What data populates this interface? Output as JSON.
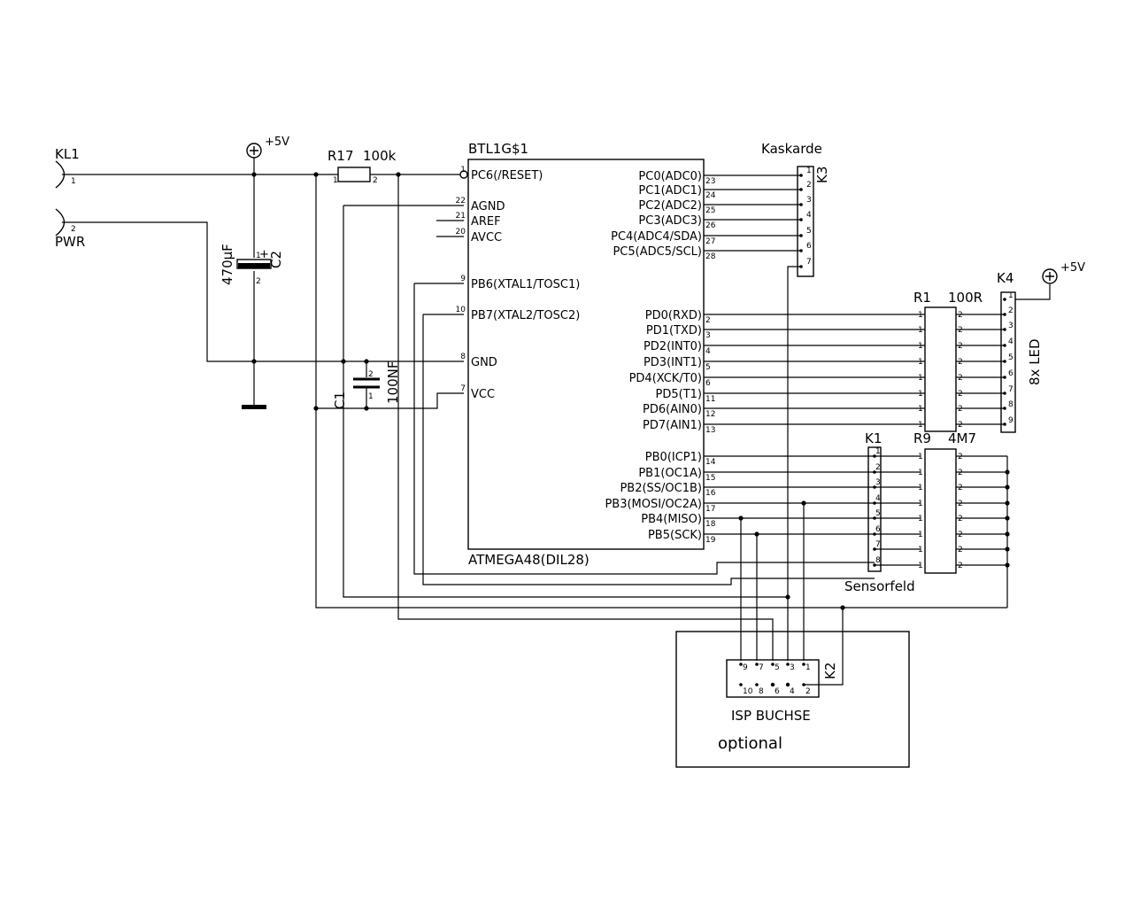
{
  "schematic": {
    "terminals": {
      "kl1": {
        "name": "KL1",
        "pin": "1"
      },
      "pwr": {
        "name": "PWR",
        "pin": "2"
      }
    },
    "supply": {
      "plus5v_a": "+5V",
      "plus5v_b": "+5V"
    },
    "c2": {
      "name": "C2",
      "value": "470µF",
      "pin1": "1",
      "pin2": "2",
      "plus": "+"
    },
    "c1": {
      "name": "C1",
      "value": "100NF",
      "pin1": "1",
      "pin2": "2"
    },
    "r17": {
      "name": "R17",
      "value": "100k",
      "pin1": "1",
      "pin2": "2"
    },
    "mcu": {
      "name": "BTL1G$1",
      "part": "ATMEGA48(DIL28)",
      "left_pins": [
        {
          "num": "1",
          "label": "PC6(/RESET)"
        },
        {
          "num": "22",
          "label": "AGND"
        },
        {
          "num": "21",
          "label": "AREF"
        },
        {
          "num": "20",
          "label": "AVCC"
        },
        {
          "num": "9",
          "label": "PB6(XTAL1/TOSC1)"
        },
        {
          "num": "10",
          "label": "PB7(XTAL2/TOSC2)"
        },
        {
          "num": "8",
          "label": "GND"
        },
        {
          "num": "7",
          "label": "VCC"
        }
      ],
      "right_pins": [
        {
          "num": "23",
          "label": "PC0(ADC0)"
        },
        {
          "num": "24",
          "label": "PC1(ADC1)"
        },
        {
          "num": "25",
          "label": "PC2(ADC2)"
        },
        {
          "num": "26",
          "label": "PC3(ADC3)"
        },
        {
          "num": "27",
          "label": "PC4(ADC4/SDA)"
        },
        {
          "num": "28",
          "label": "PC5(ADC5/SCL)"
        },
        {
          "num": "2",
          "label": "PD0(RXD)"
        },
        {
          "num": "3",
          "label": "PD1(TXD)"
        },
        {
          "num": "4",
          "label": "PD2(INT0)"
        },
        {
          "num": "5",
          "label": "PD3(INT1)"
        },
        {
          "num": "6",
          "label": "PD4(XCK/T0)"
        },
        {
          "num": "11",
          "label": "PD5(T1)"
        },
        {
          "num": "12",
          "label": "PD6(AIN0)"
        },
        {
          "num": "13",
          "label": "PD7(AIN1)"
        },
        {
          "num": "14",
          "label": "PB0(ICP1)"
        },
        {
          "num": "15",
          "label": "PB1(OC1A)"
        },
        {
          "num": "16",
          "label": "PB2(SS/OC1B)"
        },
        {
          "num": "17",
          "label": "PB3(MOSI/OC2A)"
        },
        {
          "num": "18",
          "label": "PB4(MISO)"
        },
        {
          "num": "19",
          "label": "PB5(SCK)"
        }
      ]
    },
    "k3": {
      "name": "K3",
      "title": "Kaskarde",
      "pins": [
        "1",
        "2",
        "3",
        "4",
        "5",
        "6",
        "7"
      ]
    },
    "k4": {
      "name": "K4",
      "title": "8x LED",
      "pins": [
        "1",
        "2",
        "3",
        "4",
        "5",
        "6",
        "7",
        "8",
        "9"
      ]
    },
    "r1": {
      "name": "R1",
      "value": "100R",
      "pin1": "1",
      "pin2": "2"
    },
    "k1": {
      "name": "K1",
      "title": "Sensorfeld",
      "pins": [
        "1",
        "2",
        "3",
        "4",
        "5",
        "6",
        "7",
        "8"
      ]
    },
    "r9": {
      "name": "R9",
      "value": "4M7",
      "pin1": "1",
      "pin2": "2"
    },
    "k2": {
      "name": "K2",
      "title": "ISP BUCHSE",
      "top_pins": [
        "9",
        "7",
        "5",
        "3",
        "1"
      ],
      "bottom_pins": [
        "10",
        "8",
        "6",
        "4",
        "2"
      ]
    },
    "optional": "optional"
  }
}
